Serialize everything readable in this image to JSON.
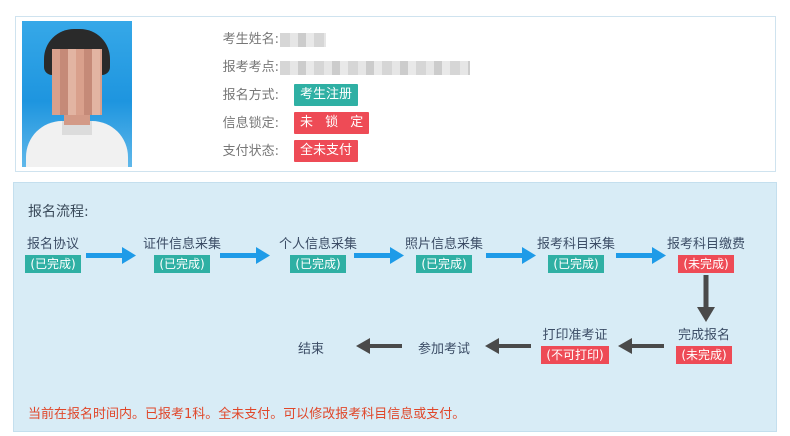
{
  "candidate": {
    "labels": {
      "name": "考生姓名:",
      "exam_site": "报考考点:",
      "reg_method": "报名方式:",
      "info_lock": "信息锁定:",
      "payment_status": "支付状态:"
    },
    "reg_method_value": "考生注册",
    "info_lock_value": "未 锁 定",
    "payment_status_value": "全未支付"
  },
  "process": {
    "title": "报名流程:",
    "steps": [
      {
        "label": "报名协议",
        "status": "(已完成)"
      },
      {
        "label": "证件信息采集",
        "status": "(已完成)"
      },
      {
        "label": "个人信息采集",
        "status": "(已完成)"
      },
      {
        "label": "照片信息采集",
        "status": "(已完成)"
      },
      {
        "label": "报考科目采集",
        "status": "(已完成)"
      },
      {
        "label": "报考科目缴费",
        "status": "(未完成)"
      },
      {
        "label": "完成报名",
        "status": "(未完成)"
      },
      {
        "label": "打印准考证",
        "status": "(不可打印)"
      },
      {
        "label": "参加考试"
      },
      {
        "label": "结束"
      }
    ],
    "note": "当前在报名时间内。已报考1科。全未支付。可以修改报考科目信息或支付。"
  },
  "colors": {
    "done": "#2fb0a4",
    "todo": "#ee4b56",
    "arrow_blue": "#1e9be8",
    "arrow_gray": "#4a4a4a",
    "note": "#e0472a",
    "panel": "#d8ecf6"
  }
}
